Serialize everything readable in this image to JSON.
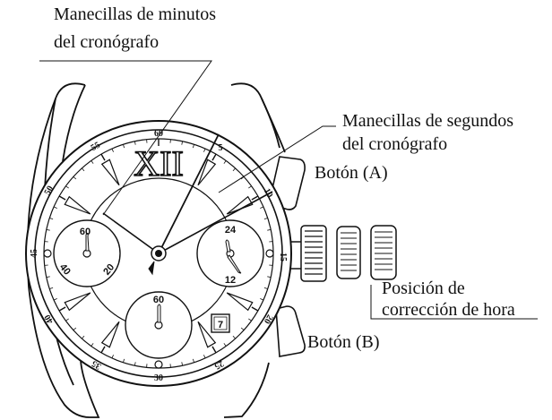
{
  "labels": {
    "chrono_minute_hand": [
      "Manecillas de minutos",
      "del cronógrafo"
    ],
    "chrono_second_hand": [
      "Manecillas de segundos",
      "del cronógrafo"
    ],
    "button_a": "Botón (A)",
    "button_b": "Botón (B)",
    "time_setting_position": [
      "Posición de",
      "corrección de hora"
    ]
  },
  "dial": {
    "roman_numeral": "XII",
    "date_window": "7",
    "minute_marks": [
      "5",
      "10",
      "15",
      "20",
      "25",
      "30",
      "35",
      "40",
      "45",
      "50",
      "55",
      "60"
    ],
    "left_subdial": [
      "60",
      "20",
      "40"
    ],
    "right_subdial": [
      "24",
      "12"
    ],
    "bottom_subdial": [
      "60"
    ]
  },
  "icons": {
    "crown": "crown-icon",
    "pushers": "pusher-icon",
    "hands": "hand-icon"
  }
}
